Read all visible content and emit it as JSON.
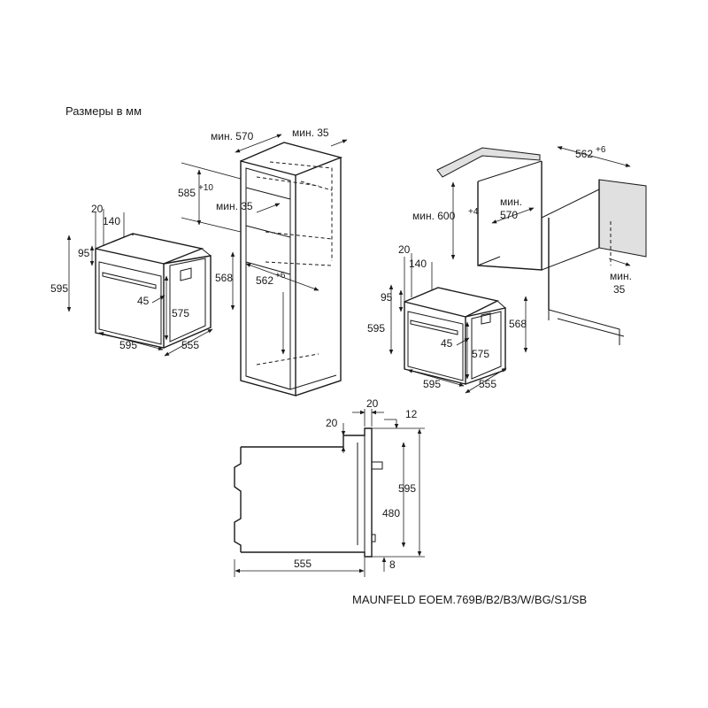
{
  "header": {
    "title": "Размеры в мм"
  },
  "footer": {
    "model": "MAUNFELD EOEM.769B/B2/B3/W/BG/S1/SB"
  },
  "oven_left": {
    "d20": "20",
    "d140": "140",
    "d95": "95",
    "d595_h": "595",
    "d568": "568",
    "d45": "45",
    "d575": "575",
    "d595_w": "595",
    "d555": "555"
  },
  "tall_cabinet": {
    "min570": "мин. 570",
    "min35_top": "мин. 35",
    "d585": "585",
    "d585_sup": "+10",
    "min35_mid": "мин. 35",
    "d562": "562",
    "d562_sup": "+6"
  },
  "under_counter": {
    "d562": "562",
    "d562_sup": "+6",
    "min570": "мин.\n570",
    "min600": "мин. 600",
    "min600_sup": "+4",
    "min35": "мин.\n35"
  },
  "oven_right": {
    "d20": "20",
    "d140": "140",
    "d95": "95",
    "d595_h": "595",
    "d568": "568",
    "d45": "45",
    "d575": "575",
    "d595_w": "595",
    "d555": "555"
  },
  "side_view": {
    "d20_top": "20",
    "d12": "12",
    "d20_left": "20",
    "d595": "595",
    "d480": "480",
    "d8": "8",
    "d555": "555"
  }
}
